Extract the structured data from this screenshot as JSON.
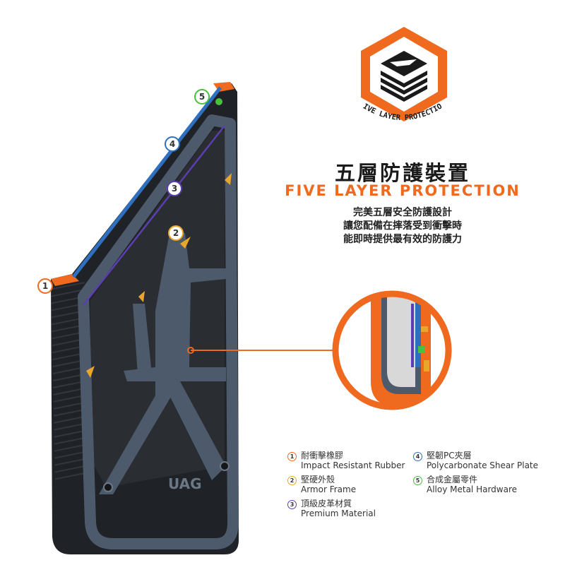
{
  "badge": {
    "icon": "uag-s-logo-icon",
    "text": "FIVE LAYER PROTECTION",
    "colors": {
      "hex": "#ef6a1f",
      "dark": "#1a1a1a"
    }
  },
  "headline": {
    "zh": "五層防護裝置",
    "en": "FIVE LAYER PROTECTION"
  },
  "description": [
    "完美五層安全防護設計",
    "讓您配備在摔落受到衝擊時",
    "能即時提供最有效的防護力"
  ],
  "product": {
    "logo_text": "UAG",
    "markers": [
      "1",
      "2",
      "3",
      "4",
      "5"
    ]
  },
  "legend": [
    {
      "number": "1",
      "zh": "耐衝擊橡膠",
      "en": "Impact Resistant Rubber",
      "color": "#ef6a1f"
    },
    {
      "number": "2",
      "zh": "堅硬外殼",
      "en": "Armor Frame",
      "color": "#e8a72a"
    },
    {
      "number": "3",
      "zh": "頂級皮革材質",
      "en": "Premium Material",
      "color": "#5b3fb0"
    },
    {
      "number": "4",
      "zh": "堅韌PC夾層",
      "en": "Polycarbonate Shear Plate",
      "color": "#2f6fbf"
    },
    {
      "number": "5",
      "zh": "合成金屬零件",
      "en": "Alloy Metal Hardware",
      "color": "#47c23a"
    }
  ]
}
